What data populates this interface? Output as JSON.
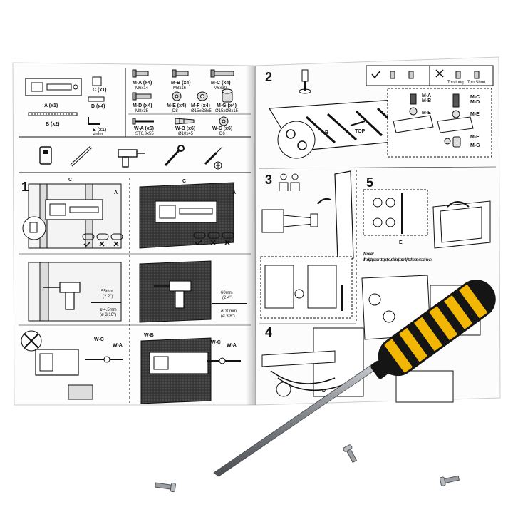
{
  "left_page": {
    "parts_left": [
      {
        "id": "A (x1)"
      },
      {
        "id": "B (x2)"
      },
      {
        "id": "C (x1)"
      },
      {
        "id": "D (x4)"
      },
      {
        "id": "E (x1)",
        "size": "4mm"
      }
    ],
    "parts_right": [
      {
        "id": "M-A (x4)",
        "size": "M6x14"
      },
      {
        "id": "M-B (x4)",
        "size": "M8x16"
      },
      {
        "id": "M-C (x4)",
        "size": "M6x30"
      },
      {
        "id": "M-D (x4)",
        "size": "M8x35"
      },
      {
        "id": "M-E (x4)",
        "size": "D8"
      },
      {
        "id": "M-F (x4)",
        "size": "Ø15xØ8x5"
      },
      {
        "id": "M-G (x4)",
        "size": "Ø15xØ8x15"
      },
      {
        "id": "W-A (x6)",
        "size": "ST6.3x55"
      },
      {
        "id": "W-B (x6)",
        "size": "Ø10x45"
      },
      {
        "id": "W-C (x6)",
        "size": "D6"
      }
    ],
    "step1": {
      "number": "1",
      "labels": {
        "c1": "C",
        "a1": "A",
        "c2": "C",
        "a2": "A",
        "wc1": "W-C",
        "wa1": "W-A",
        "wb": "W-B",
        "wc2": "W-C",
        "wa2": "W-A"
      },
      "drill_left": {
        "depth": "55mm",
        "depth_in": "(2.2\")",
        "dia": "ø 4.5mm",
        "dia_in": "(ø 3/16\")"
      },
      "drill_right": {
        "depth": "60mm",
        "depth_in": "(2.4\")",
        "dia": "ø 10mm",
        "dia_in": "(ø 3/8\")"
      }
    }
  },
  "right_page": {
    "step2": {
      "number": "2",
      "b_label": "B",
      "top_label": "TOP",
      "screws": [
        "M-A",
        "M-B",
        "M-E",
        "M-C",
        "M-D",
        "M-E",
        "M-F",
        "M-G"
      ],
      "check_labels": {
        "too_long": "Too long",
        "too_short": "Too Short"
      }
    },
    "step3": {
      "number": "3"
    },
    "step4": {
      "number": "4",
      "d_label": "D"
    },
    "step5": {
      "number": "5",
      "e_label": "E",
      "note_bold": "Note:",
      "note_text": "If the display does not stop at your desired position, tighten the screws as shown."
    }
  },
  "colors": {
    "handle_yellow": "#f2b705",
    "handle_black": "#151515",
    "shaft": "#8a8f94",
    "paper": "#ffffff",
    "ink": "#111111"
  }
}
